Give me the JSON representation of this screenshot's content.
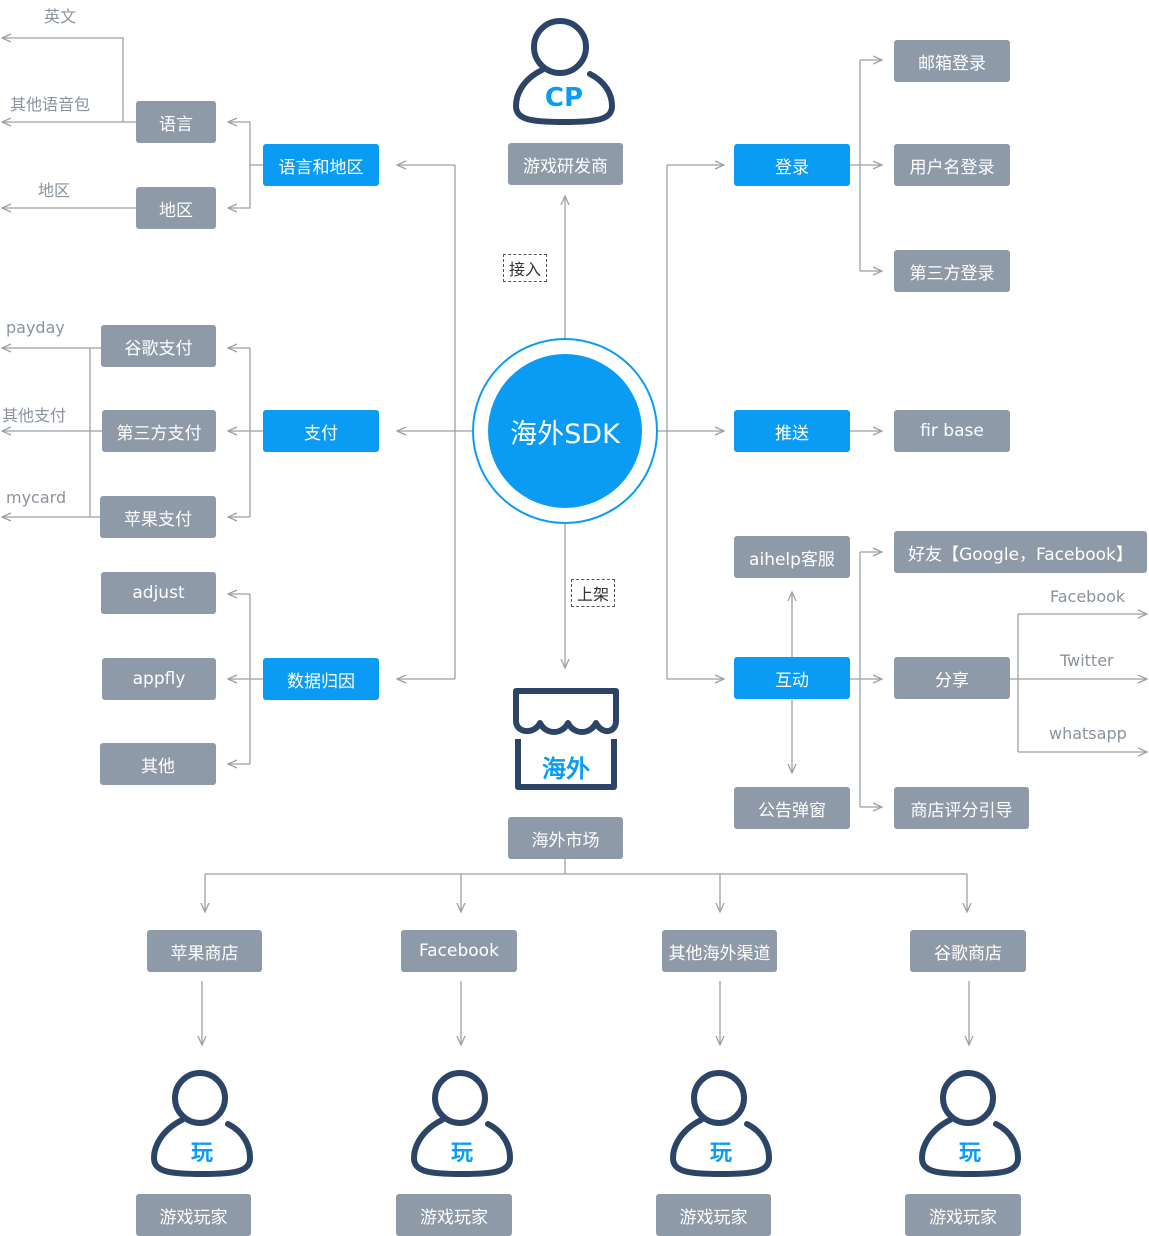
{
  "center": {
    "label": "海外SDK"
  },
  "top": {
    "icon_text": "CP",
    "label": "游戏研发商",
    "edge_label": "接入"
  },
  "market": {
    "icon_text": "海外",
    "label": "海外市场",
    "edge_label": "上架"
  },
  "language": {
    "label": "语言和地区",
    "language": "语言",
    "region": "地区",
    "lang_leaves": [
      "英文",
      "其他语音包"
    ],
    "region_leaves": [
      "地区"
    ]
  },
  "payment": {
    "label": "支付",
    "items": [
      "谷歌支付",
      "第三方支付",
      "苹果支付"
    ],
    "leaves": [
      "payday",
      "其他支付",
      "mycard"
    ]
  },
  "attribution": {
    "label": "数据归因",
    "items": [
      "adjust",
      "appfly",
      "其他"
    ]
  },
  "login": {
    "label": "登录",
    "items": [
      "邮箱登录",
      "用户名登录",
      "第三方登录"
    ]
  },
  "push": {
    "label": "推送",
    "item": "fir base"
  },
  "interaction": {
    "label": "互动",
    "support": "aihelp客服",
    "announce": "公告弹窗",
    "friends": "好友【Google，Facebook】",
    "share": "分享",
    "share_targets": [
      "Facebook",
      "Twitter",
      "whatsapp"
    ],
    "rating": "商店评分引导"
  },
  "stores": [
    "苹果商店",
    "Facebook",
    "其他海外渠道",
    "谷歌商店"
  ],
  "players": {
    "icon_text": "玩",
    "label": "游戏玩家"
  },
  "colors": {
    "blue": "#0a9cf5",
    "gray": "#8f9aa9",
    "navy": "#2c4566",
    "line": "#9aa1a9"
  }
}
